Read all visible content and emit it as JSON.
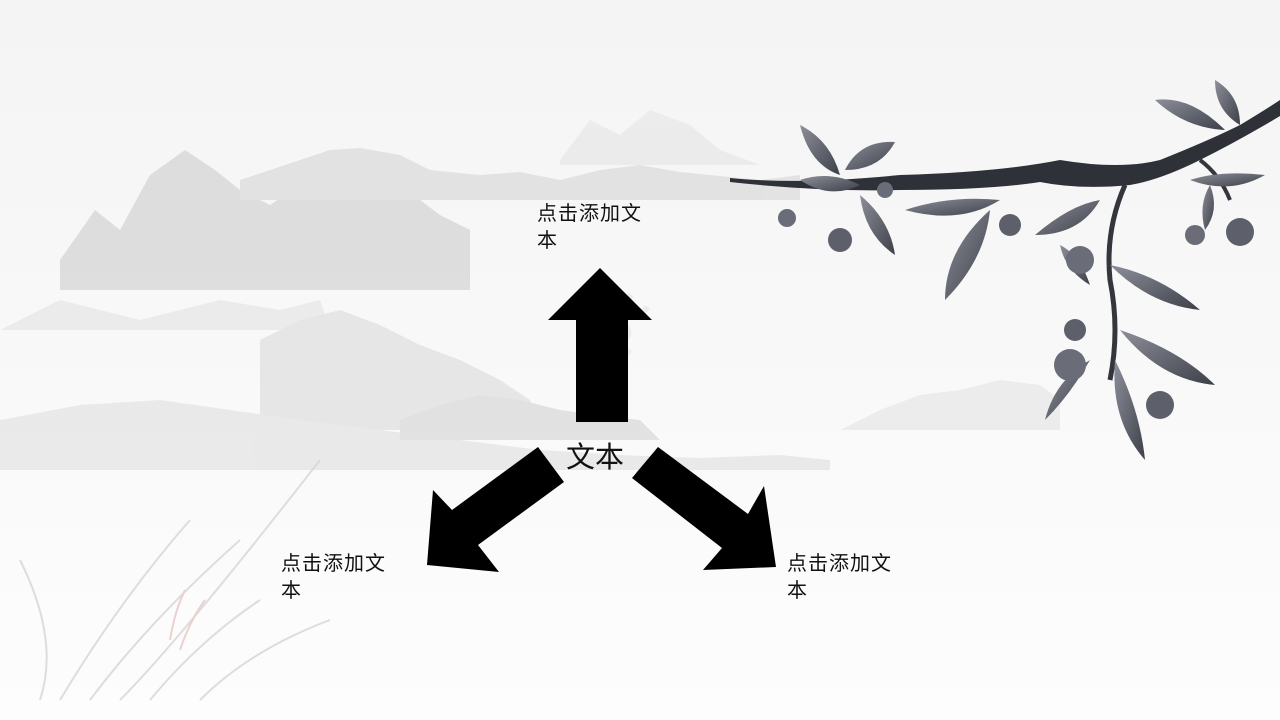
{
  "slide": {
    "center_label": "文本",
    "labels": {
      "top": "点击添加文本",
      "left": "点击添加文本",
      "right": "点击添加文本"
    }
  },
  "decor": {
    "mountains-icon": "ink-landscape",
    "branch-icon": "ink-blossom-branch",
    "grass-icon": "ink-grass"
  },
  "colors": {
    "arrow": "#000000",
    "ink_light": "#d9d9d9",
    "ink_dark": "#4a4d57"
  }
}
